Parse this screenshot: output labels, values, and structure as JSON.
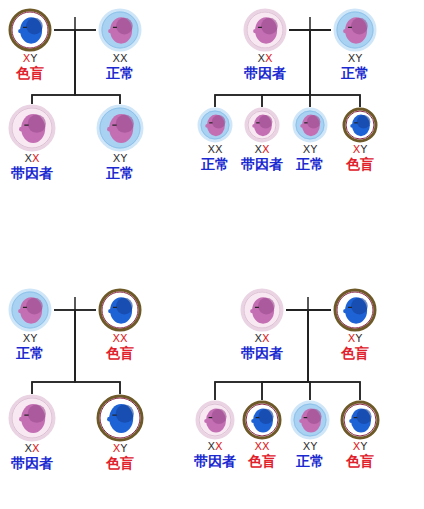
{
  "diagram": {
    "nodes": [
      {
        "text": [
          "XY",
          "色盲"
        ]
      },
      {
        "text": [
          "XX",
          "正常"
        ]
      },
      {
        "text": [
          "XX",
          "带因者"
        ]
      },
      {
        "text": [
          "XY",
          "正常"
        ]
      },
      {
        "text": [
          "XX",
          "带因者"
        ]
      },
      {
        "text": [
          "XY",
          "正常"
        ]
      },
      {
        "text": [
          "XX",
          "正常"
        ]
      },
      {
        "text": [
          "XX",
          "带因者"
        ]
      },
      {
        "text": [
          "XY",
          "正常"
        ]
      },
      {
        "text": [
          "XY",
          "色盲"
        ]
      },
      {
        "text": [
          "XY",
          "正常"
        ]
      },
      {
        "text": [
          "XX",
          "色盲"
        ]
      },
      {
        "text": [
          "XX",
          "带因者"
        ]
      },
      {
        "text": [
          "XY",
          "色盲"
        ]
      },
      {
        "text": [
          "XX",
          "带因者"
        ]
      },
      {
        "text": [
          "XY",
          "色盲"
        ]
      },
      {
        "text": [
          "XX",
          "带因者"
        ]
      },
      {
        "text": [
          "XX",
          "色盲"
        ]
      },
      {
        "text": [
          "XY",
          "正常"
        ]
      },
      {
        "text": [
          "XY",
          "色盲"
        ]
      }
    ],
    "edges": [
      {
        "from": 0,
        "to": 2,
        "arrow": "none"
      },
      {
        "from": 0,
        "to": 3,
        "arrow": "none"
      },
      {
        "from": 1,
        "to": 2,
        "arrow": "none"
      },
      {
        "from": 1,
        "to": 3,
        "arrow": "none"
      },
      {
        "from": 4,
        "to": 6,
        "arrow": "none"
      },
      {
        "from": 4,
        "to": 7,
        "arrow": "none"
      },
      {
        "from": 4,
        "to": 8,
        "arrow": "none"
      },
      {
        "from": 4,
        "to": 9,
        "arrow": "none"
      },
      {
        "from": 5,
        "to": 6,
        "arrow": "none"
      },
      {
        "from": 5,
        "to": 7,
        "arrow": "none"
      },
      {
        "from": 5,
        "to": 8,
        "arrow": "none"
      },
      {
        "from": 5,
        "to": 9,
        "arrow": "none"
      },
      {
        "from": 10,
        "to": 12,
        "arrow": "none"
      },
      {
        "from": 10,
        "to": 13,
        "arrow": "none"
      },
      {
        "from": 11,
        "to": 12,
        "arrow": "none"
      },
      {
        "from": 11,
        "to": 13,
        "arrow": "none"
      },
      {
        "from": 14,
        "to": 16,
        "arrow": "none"
      },
      {
        "from": 14,
        "to": 17,
        "arrow": "none"
      },
      {
        "from": 14,
        "to": 18,
        "arrow": "none"
      },
      {
        "from": 14,
        "to": 19,
        "arrow": "none"
      },
      {
        "from": 15,
        "to": 16,
        "arrow": "none"
      },
      {
        "from": 15,
        "to": 17,
        "arrow": "none"
      },
      {
        "from": 15,
        "to": 18,
        "arrow": "none"
      },
      {
        "from": 15,
        "to": 19,
        "arrow": "none"
      }
    ]
  }
}
